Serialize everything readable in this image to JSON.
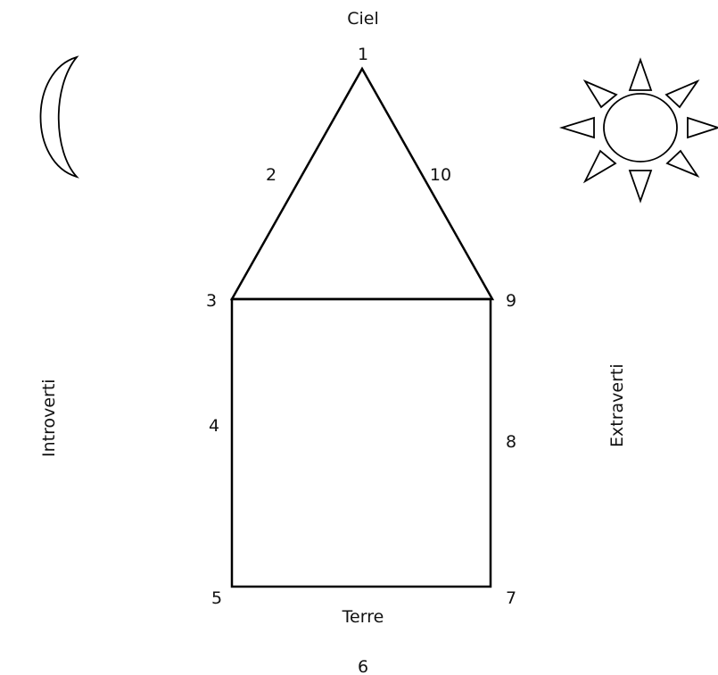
{
  "labels": {
    "top": "Ciel",
    "bottom": "Terre",
    "left": "Introverti",
    "right": "Extraverti"
  },
  "points": {
    "p1": "1",
    "p2": "2",
    "p3": "3",
    "p4": "4",
    "p5": "5",
    "p6": "6",
    "p7": "7",
    "p8": "8",
    "p9": "9",
    "p10": "10"
  },
  "icons": {
    "left": "moon-icon",
    "right": "sun-icon"
  }
}
